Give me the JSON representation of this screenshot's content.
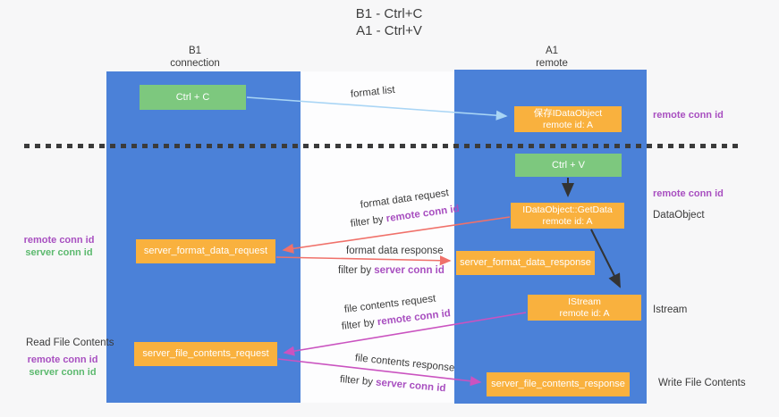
{
  "title": {
    "line1": "B1 - Ctrl+C",
    "line2": "A1 - Ctrl+V"
  },
  "columns": {
    "left": {
      "name": "B1",
      "subtitle": "connection"
    },
    "right": {
      "name": "A1",
      "subtitle": "remote"
    }
  },
  "nodes": {
    "ctrl_c": "Ctrl + C",
    "ctrl_v": "Ctrl + V",
    "save_dataobject": {
      "line1": "保存IDataObject",
      "line2": "remote id: A"
    },
    "getdata": {
      "line1": "IDataObject::GetData",
      "line2": "remote id: A"
    },
    "istream": {
      "line1": "IStream",
      "line2": "remote id: A"
    },
    "format_request": "server_format_data_request",
    "format_response": "server_format_data_response",
    "file_request": "server_file_contents_request",
    "file_response": "server_file_contents_response"
  },
  "side_labels": {
    "remote_conn_id": "remote conn id",
    "server_conn_id": "server conn id",
    "dataobject": "DataObject",
    "istream": "Istream",
    "read_file": "Read File Contents",
    "write_file": "Write File Contents"
  },
  "arrow_labels": {
    "format_list": "format list",
    "format_data_request": "format data request",
    "format_data_response": "format data response",
    "file_contents_request": "file contents request",
    "file_contents_response": "file contents response",
    "filter_by": "filter by "
  },
  "colors": {
    "lifeline_blue": "#4b81d8",
    "node_green": "#7dc87e",
    "node_orange": "#f9b13e",
    "purple_text": "#a84fc0",
    "green_text": "#5cb96e",
    "arrow_lightblue": "#a9d5f5",
    "arrow_red": "#f0716a",
    "arrow_magenta": "#ca53c0",
    "arrow_black": "#333333",
    "background": "#f7f7f8"
  }
}
